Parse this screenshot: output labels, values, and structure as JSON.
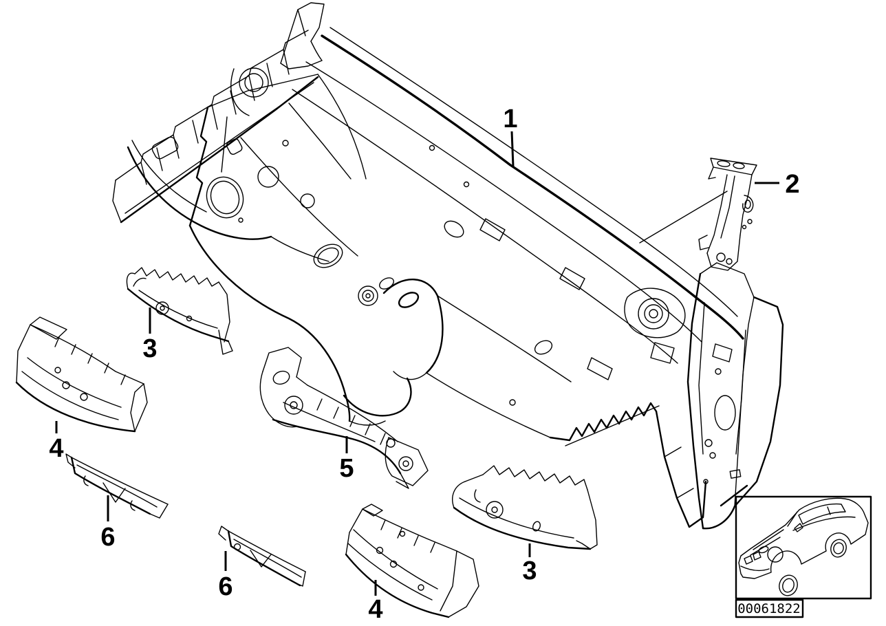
{
  "colors": {
    "background": "#ffffff",
    "line": "#000000"
  },
  "callouts": [
    {
      "id": "callout-1-main-bulkhead",
      "label": "1"
    },
    {
      "id": "callout-2-bracket",
      "label": "2"
    },
    {
      "id": "callout-3-upper-left-rail",
      "label": "3"
    },
    {
      "id": "callout-4-left-support",
      "label": "4"
    },
    {
      "id": "callout-5-center-brace",
      "label": "5"
    },
    {
      "id": "callout-6-left-wedge",
      "label": "6"
    },
    {
      "id": "callout-6-lower-wedge",
      "label": "6"
    },
    {
      "id": "callout-3-lower-rail",
      "label": "3"
    },
    {
      "id": "callout-4-lower-support",
      "label": "4"
    }
  ],
  "thumbnail": {
    "part_number": "00061822",
    "car_icon": "bmw-coupe-outline",
    "location_marker": "black-dot-front-bulkhead"
  }
}
